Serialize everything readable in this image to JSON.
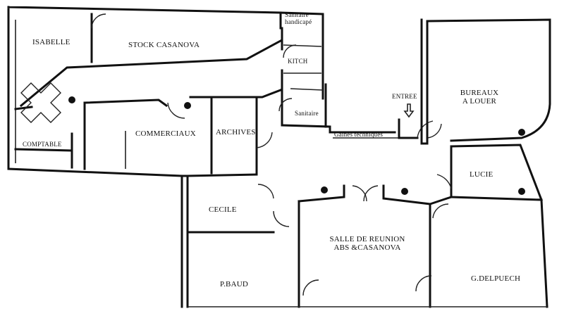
{
  "plan": {
    "rooms": {
      "isabelle": "ISABELLE",
      "stock_casanova": "STOCK CASANOVA",
      "sanitaire_handicape": "Sanitaire handicapé",
      "kitch": "KITCH",
      "sanitaire": "Sanitaire",
      "entree": "ENTREE",
      "bureaux_a_louer_line1": "BUREAUX",
      "bureaux_a_louer_line2": "A LOUER",
      "comptable": "COMPTABLE",
      "commerciaux": "COMMERCIAUX",
      "archives": "ARCHIVES",
      "gaines_techniques": "Gaines techniques",
      "lucie": "LUCIE",
      "cecile": "CECILE",
      "salle_reunion_line1": "SALLE DE REUNION",
      "salle_reunion_line2": "ABS &CASANOVA",
      "pbaud": "P.BAUD",
      "gdelpuech": "G.DELPUECH"
    }
  }
}
